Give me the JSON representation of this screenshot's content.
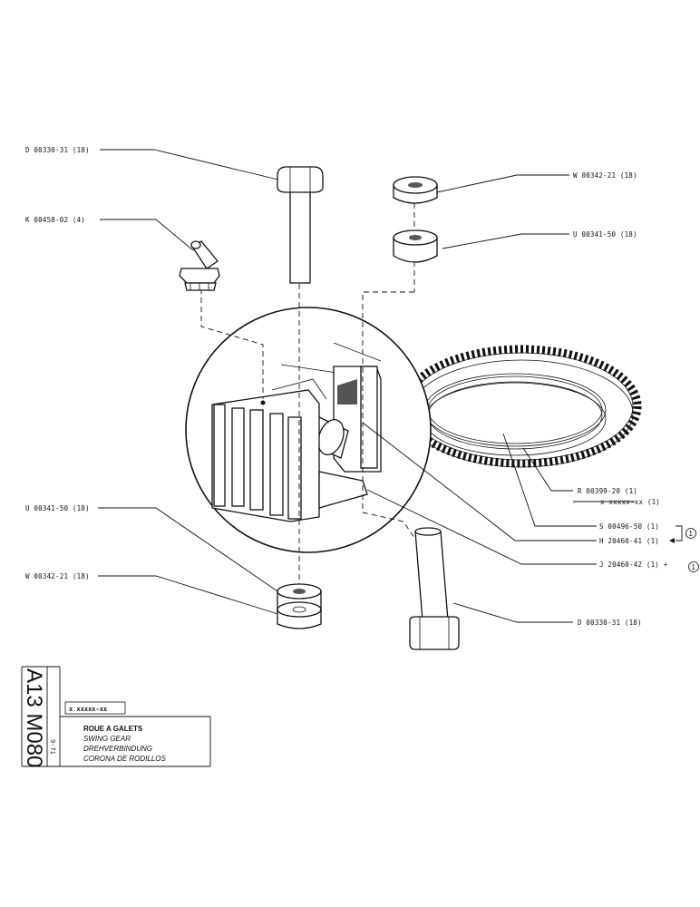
{
  "labels": {
    "bolt_top": "D 00330-31 (18)",
    "grease_nipple": "K 00458-02 (4)",
    "nut_top": "W 00342-21 (18)",
    "washer_top": "U 00341-50 (18)",
    "ring_gear": "R 00399-20 (1)",
    "ring_gear_alt": "x xxxxx-xx (1)",
    "seal_s": "S 00496-50 (1)",
    "seal_h": "H 20460-41 (1)",
    "seal_j": "J 20460-42 (1) +",
    "washer_bottom": "U 00341-50 (18)",
    "nut_bottom": "W 00342-21 (18)",
    "bolt_bottom": "D 00330-31 (18)",
    "circled_ref": "1"
  },
  "title_block": {
    "drawing_number": "A13 M080",
    "date": "9-71",
    "code": "x xxxxx-xx",
    "title_fr": "ROUE A GALETS",
    "title_en": "SWING GEAR",
    "title_de": "DREHVERBINDUNG",
    "title_es": "CORONA DE RODILLOS"
  }
}
